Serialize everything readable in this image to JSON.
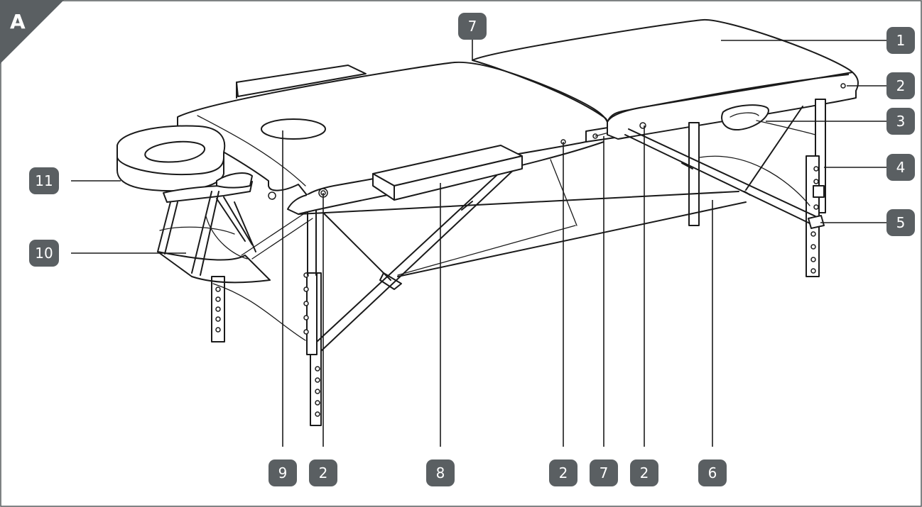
{
  "figure": {
    "corner_label": "A",
    "callouts": [
      {
        "id": "c1",
        "label": "1"
      },
      {
        "id": "c2a",
        "label": "2"
      },
      {
        "id": "c3",
        "label": "3"
      },
      {
        "id": "c4",
        "label": "4"
      },
      {
        "id": "c5",
        "label": "5"
      },
      {
        "id": "c7a",
        "label": "7"
      },
      {
        "id": "c11",
        "label": "11"
      },
      {
        "id": "c10",
        "label": "10"
      },
      {
        "id": "c9",
        "label": "9"
      },
      {
        "id": "c2b",
        "label": "2"
      },
      {
        "id": "c8",
        "label": "8"
      },
      {
        "id": "c2c",
        "label": "2"
      },
      {
        "id": "c7b",
        "label": "7"
      },
      {
        "id": "c2d",
        "label": "2"
      },
      {
        "id": "c6",
        "label": "6"
      }
    ]
  },
  "colors": {
    "badge_fill": "#5a5f62",
    "badge_text": "#ffffff",
    "line_ink": "#1a1a1a"
  }
}
